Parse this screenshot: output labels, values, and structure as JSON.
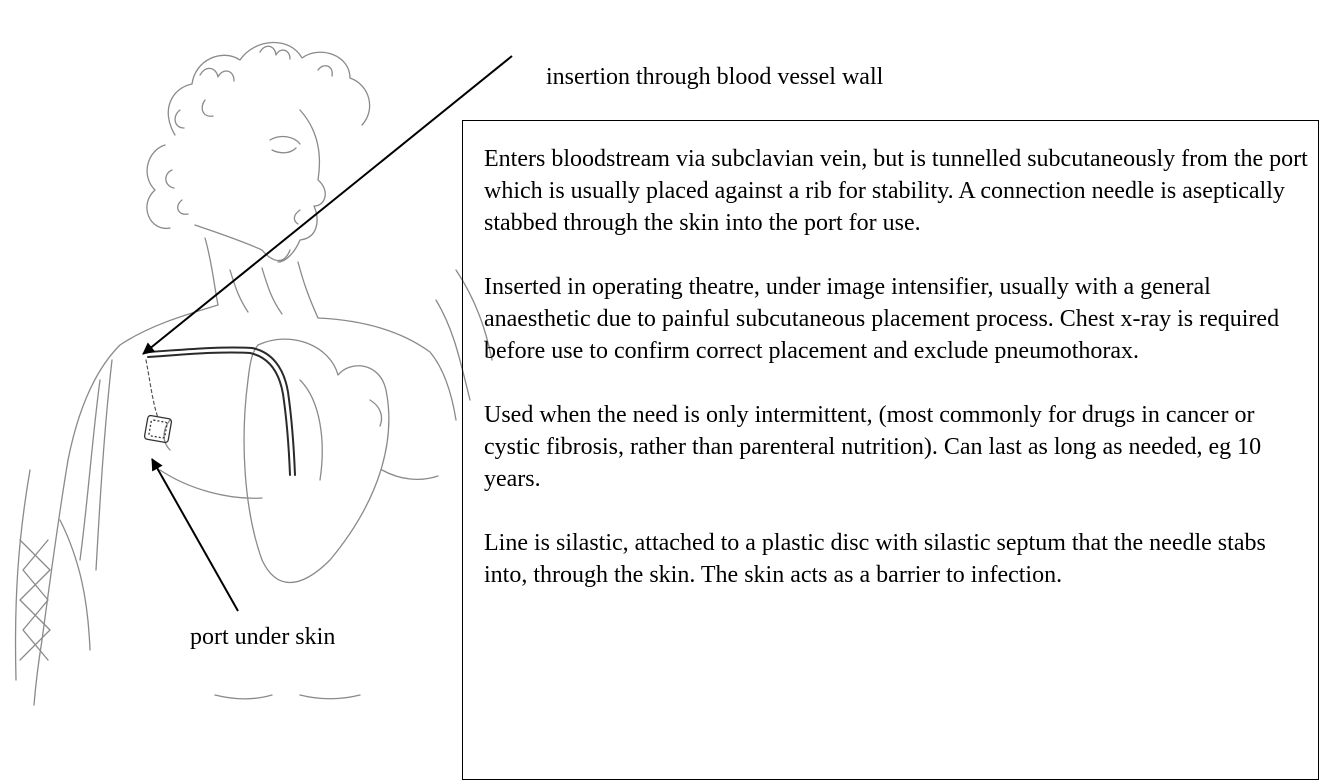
{
  "labels": {
    "insertion": "insertion through blood vessel wall",
    "port": "port under skin"
  },
  "info_box": {
    "paragraphs": [
      "Enters bloodstream via subclavian vein, but is tunnelled subcutaneously from the port which is usually placed against a rib for stability. A connection needle is aseptically stabbed through the skin into the port for use.",
      "Inserted in operating theatre, under image intensifier, usually with a general anaesthetic due to painful subcutaneous placement process. Chest x-ray is required before use to confirm correct placement and exclude pneumothorax.",
      "Used when the need is only intermittent, (most commonly for drugs in cancer or cystic fibrosis, rather than parenteral nutrition). Can last as long as needed, eg 10 years.",
      "Line is silastic, attached to a plastic disc with silastic septum that the needle stabs into, through the skin. The skin acts as a barrier to infection."
    ]
  },
  "colors": {
    "ink": "#000000",
    "sketch": "#8a8a8a",
    "background": "#ffffff"
  },
  "icons": {
    "figure": "human-torso-sketch-icon",
    "catheter": "catheter-line-icon",
    "port": "implanted-port-icon"
  }
}
